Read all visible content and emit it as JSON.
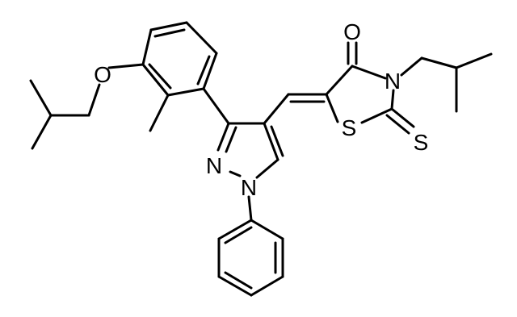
{
  "molecule": {
    "atoms": {
      "O_ether": "O",
      "N_pyrazole_2": "N",
      "N_pyrazole_1": "N",
      "O_carbonyl": "O",
      "N_thiazolidine": "N",
      "S_ring": "S",
      "S_thione": "S"
    }
  },
  "colors": {
    "bond": "#000000",
    "label": "#000000",
    "background": "#ffffff"
  }
}
